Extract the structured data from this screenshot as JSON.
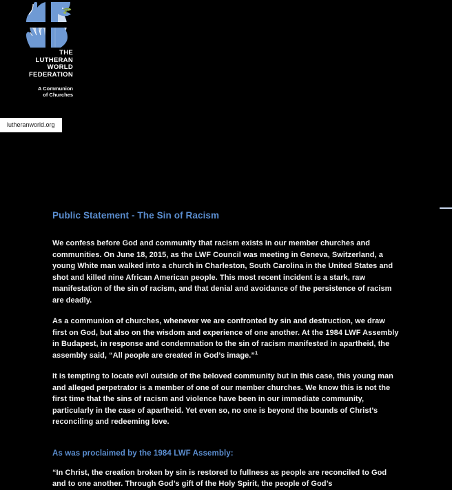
{
  "page": {
    "background_color": "#000000",
    "text_color": "#f2f2f2",
    "accent_color": "#5b8ed0"
  },
  "logo": {
    "mark_name": "lwf-cross-hands-dove-logo",
    "mark_colors": {
      "blue_light": "#9ab8e0",
      "blue_mid": "#6f9ad4",
      "blue_deep": "#4a7cc0",
      "green": "#7f9a3c",
      "white": "#ffffff"
    },
    "wordmark_lines": [
      "THE",
      "LUTHERAN",
      "WORLD",
      "FEDERATION"
    ],
    "tagline_lines": [
      "A Communion",
      "of Churches"
    ],
    "url_chip": "lutheranworld.org"
  },
  "document": {
    "title": "Public Statement - The Sin of Racism",
    "paragraphs": [
      "We confess before God and community that racism exists in our member churches and communities. On June 18, 2015, as the LWF Council was meeting in Geneva, Switzerland, a young White man walked into a church in Charleston, South Carolina in the United States and shot and killed nine African American people. This most recent incident is a stark, raw manifestation of the sin of racism, and that denial and avoidance of the persistence of racism are deadly.",
      "As a communion of churches, whenever we are confronted by sin and destruction, we draw first on God, but also on the wisdom and experience of one another. At the 1984 LWF Assembly in Budapest, in response and condemnation to the sin of racism manifested in apartheid, the assembly said, “All people are created in God’s image.”",
      "It is tempting to locate evil outside of the beloved community but in this case, this young man and alleged perpetrator is a member of one of our member churches. We know this is not the first time that the sins of racism and violence have been in our immediate community, particularly in the case of apartheid. Yet even so, no one is beyond the bounds of Christ’s reconciling and redeeming love."
    ],
    "footnote_marker": "1",
    "subtitle": "As was proclaimed by the 1984 LWF Assembly:",
    "quote": "“In Christ, the creation broken by sin is restored to fullness as people are reconciled to God and to one another. Through God’s gift of the Holy Spirit, the people of God’s"
  }
}
